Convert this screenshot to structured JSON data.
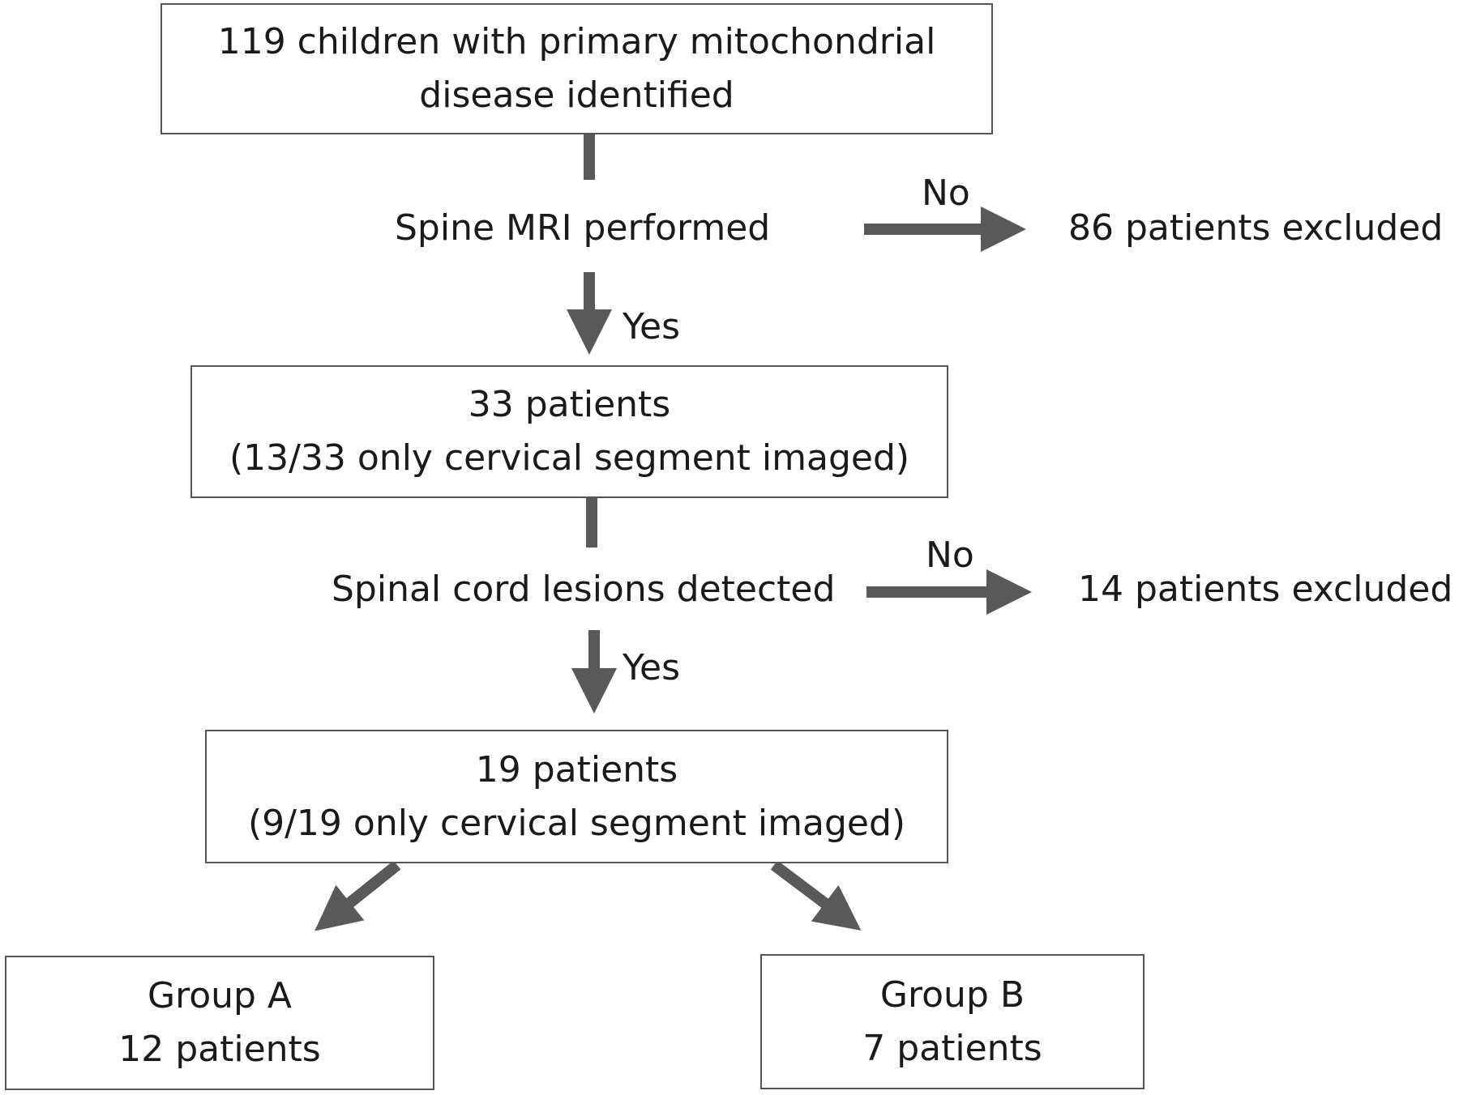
{
  "colors": {
    "arrow": "#595959",
    "box_border": "#555555",
    "text": "#1a1a1a"
  },
  "nodes": {
    "start": {
      "line1": "119 children with primary mitochondrial",
      "line2": "disease identified"
    },
    "decision1": "Spine MRI performed",
    "excluded1": "86 patients excluded",
    "mid": {
      "line1": "33 patients",
      "line2": "(13/33 only cervical segment imaged)"
    },
    "decision2": "Spinal cord lesions detected",
    "excluded2": "14 patients excluded",
    "final": {
      "line1": "19 patients",
      "line2": "(9/19 only cervical segment imaged)"
    },
    "group_a": {
      "line1": "Group A",
      "line2": "12 patients"
    },
    "group_b": {
      "line1": "Group B",
      "line2": "7 patients"
    }
  },
  "edge_labels": {
    "no1": "No",
    "yes1": "Yes",
    "no2": "No",
    "yes2": "Yes"
  }
}
